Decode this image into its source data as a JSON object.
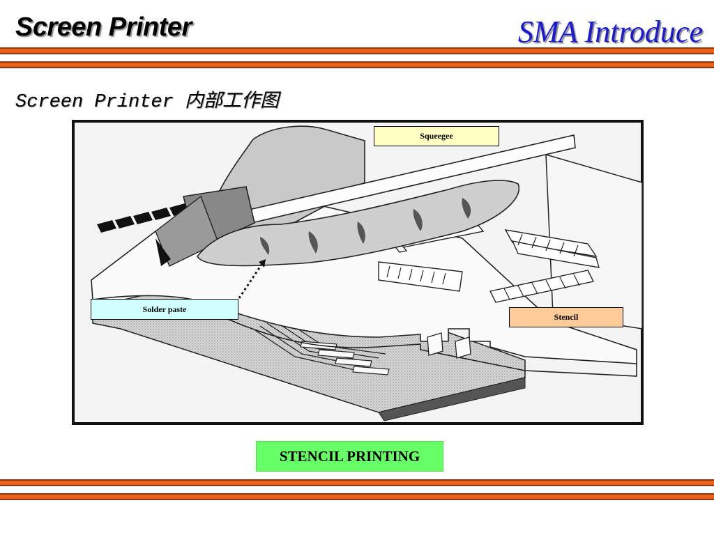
{
  "slide": {
    "title": "Screen Printer",
    "brand": "SMA Introduce",
    "subtitle": "Screen Printer 内部工作图",
    "caption": "STENCIL PRINTING"
  },
  "figure": {
    "callouts": {
      "squeegee": "Squeegee",
      "solder_paste": "Solder paste",
      "stencil": "Stencil"
    }
  },
  "colors": {
    "title_text": "#000000",
    "brand_text": "#1a1ad6",
    "rule_orange": "#e8601c",
    "rule_brown": "#8b3a10",
    "callout_squeegee_bg": "#ffffc4",
    "callout_solder_bg": "#cfffff",
    "callout_stencil_bg": "#ffcc99",
    "caption_bg": "#66ff66"
  }
}
